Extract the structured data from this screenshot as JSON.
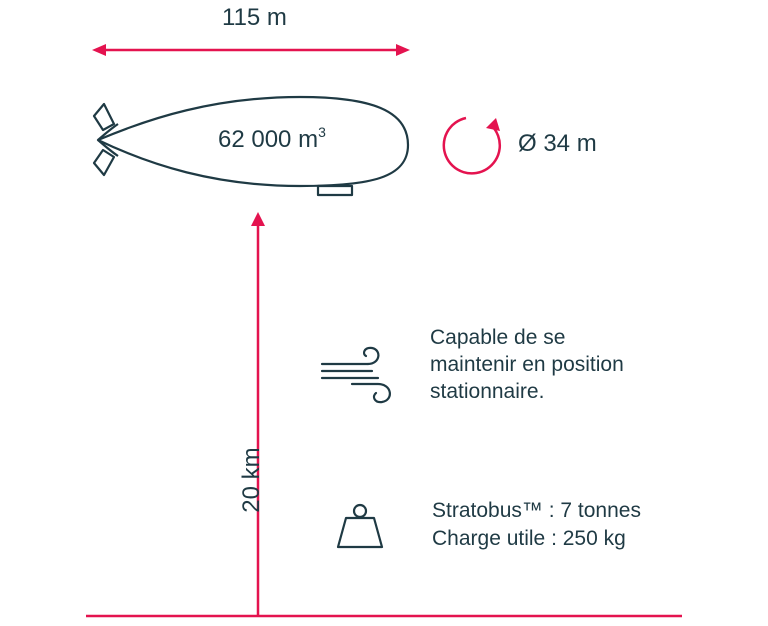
{
  "colors": {
    "accent": "#e4134f",
    "ink": "#1f3a44",
    "background": "#ffffff"
  },
  "dimensions": {
    "length": "115 m",
    "volume_value": "62 000 m",
    "volume_exponent": "3",
    "diameter": "Ø 34 m",
    "altitude": "20 km"
  },
  "features": {
    "wind_text": "Capable de se maintenir en position stationnaire.",
    "weight_line1": "Stratobus™ : 7 tonnes",
    "weight_line2": "Charge utile : 250 kg"
  },
  "icons": [
    "airship-outline",
    "rotation-arrow-icon",
    "wind-icon",
    "weight-icon",
    "double-arrow-icon",
    "up-arrow-icon"
  ]
}
